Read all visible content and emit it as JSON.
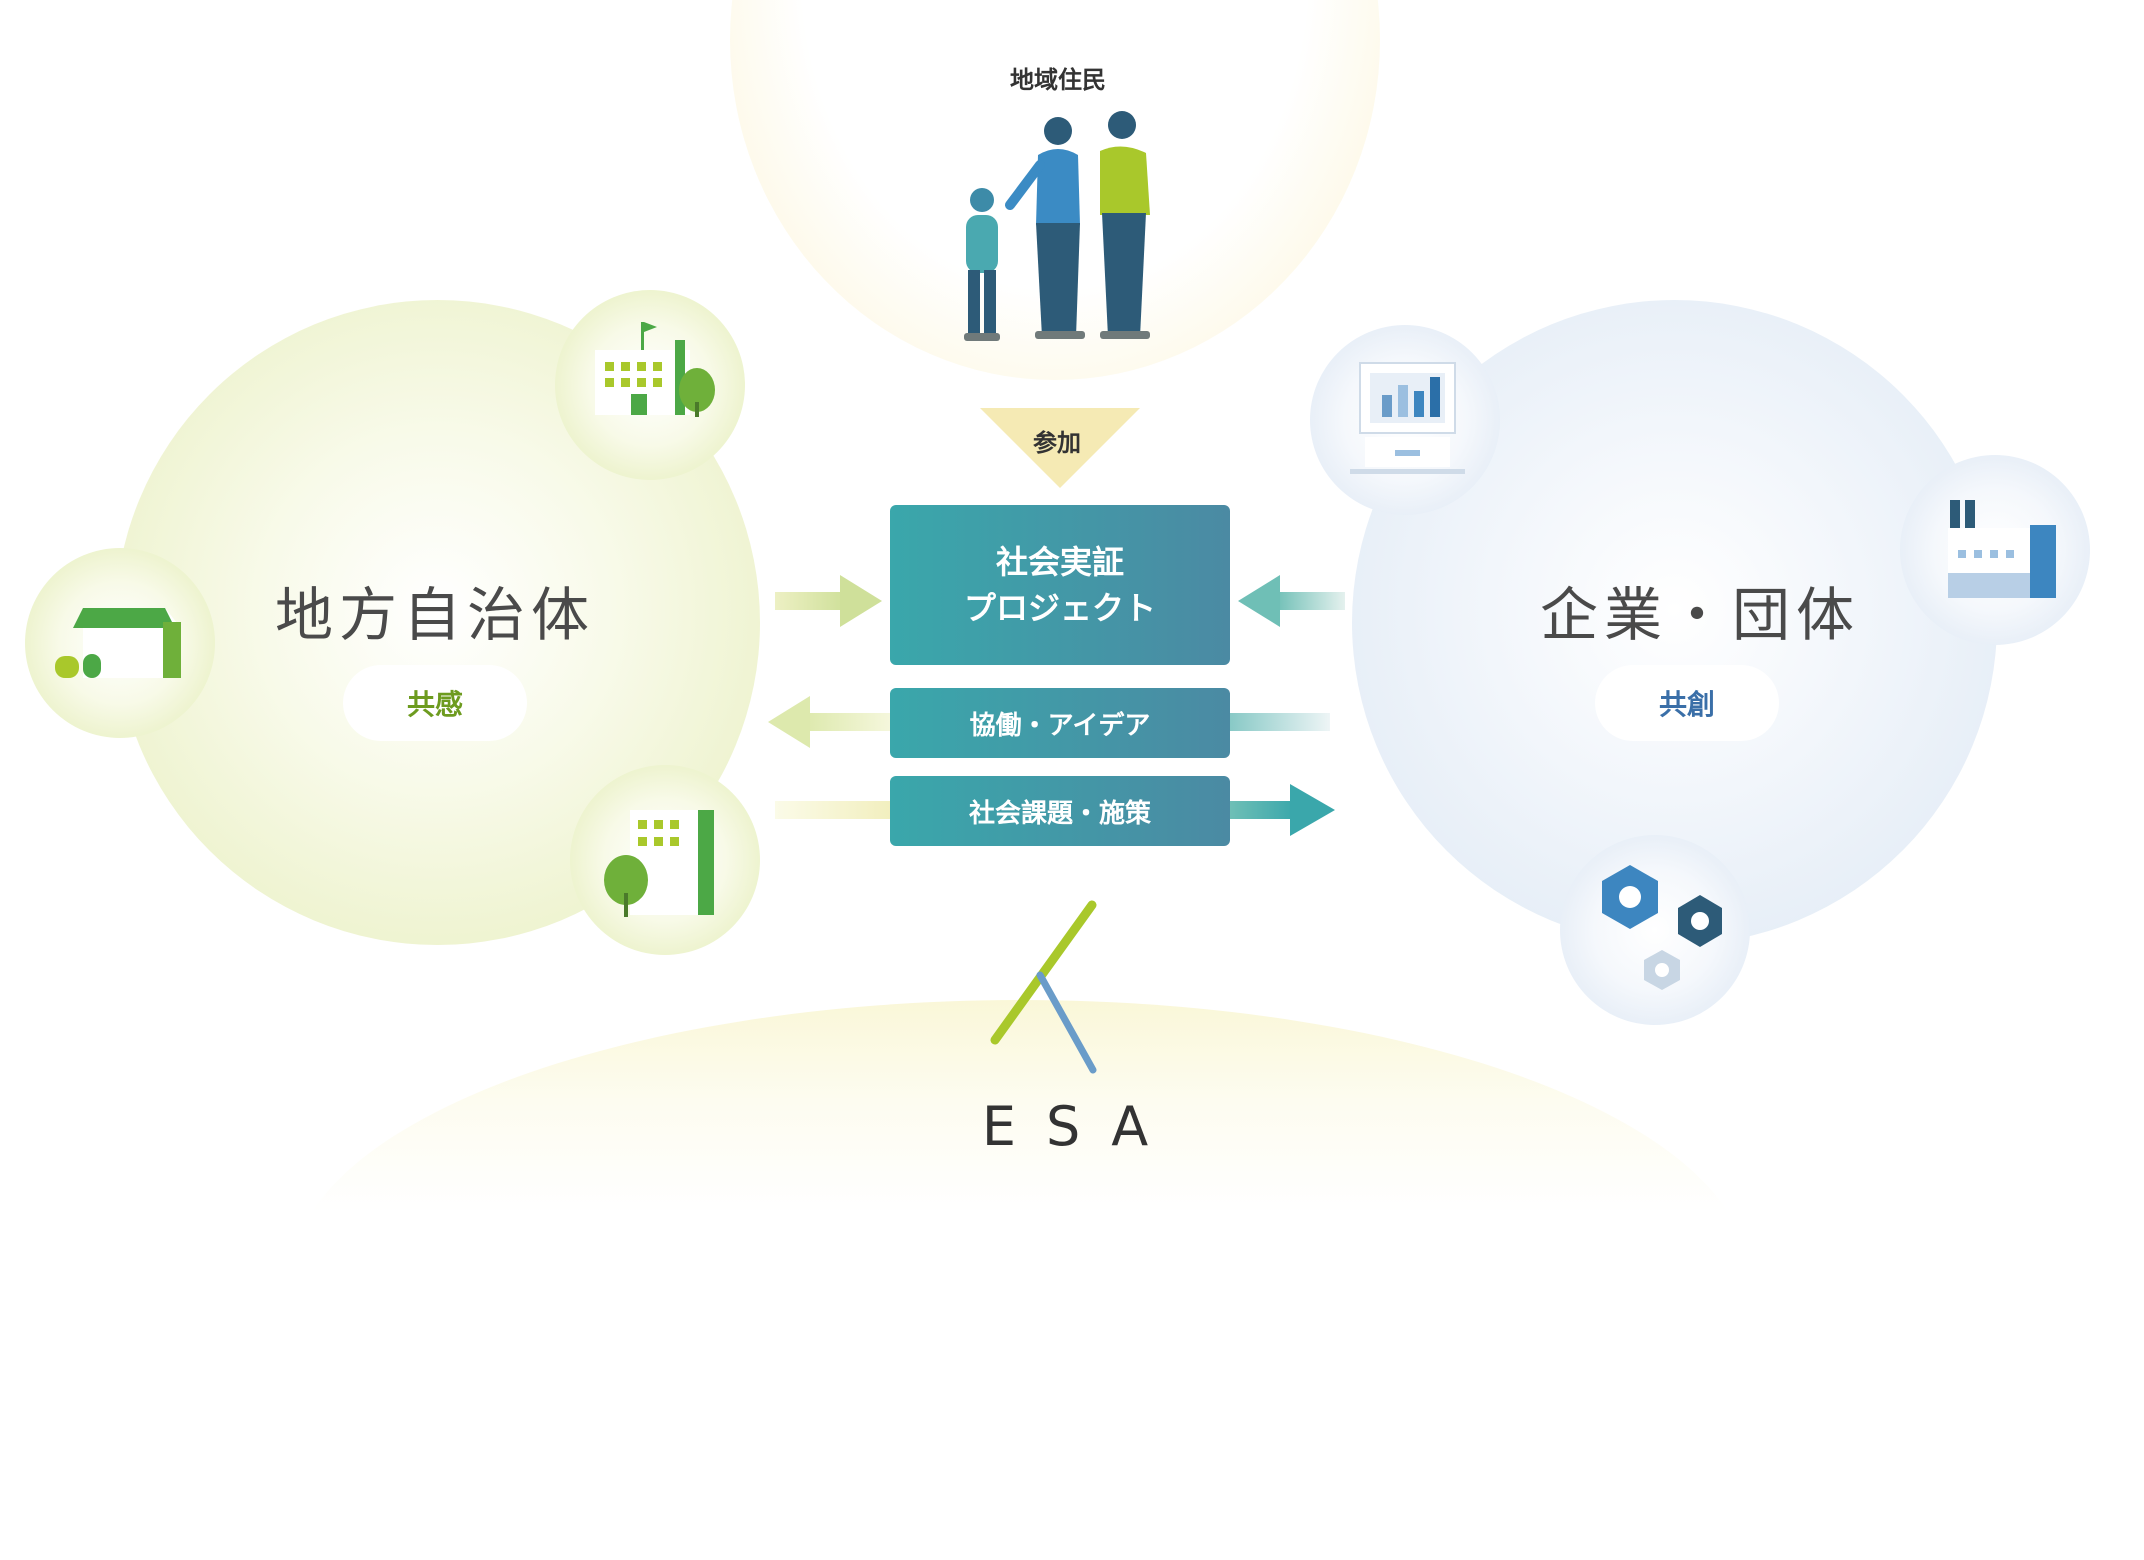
{
  "residents": {
    "label": "地域住民"
  },
  "participation": {
    "label": "参加"
  },
  "left_group": {
    "title": "地方自治体",
    "badge": "共感"
  },
  "right_group": {
    "title": "企業・団体",
    "badge": "共創"
  },
  "center": {
    "project_line1": "社会実証",
    "project_line2": "プロジェクト",
    "collab_label": "協働・アイデア",
    "issue_label": "社会課題・施策"
  },
  "esa": {
    "label": "ESA"
  },
  "colors": {
    "left_accent": "#6d9b1f",
    "right_accent": "#3a6fa8",
    "box_teal": "#3aa7ab",
    "box_blue": "#4b8aa3",
    "green_icon": "#4ca846",
    "lime_icon": "#a9c82b",
    "blue_icon": "#3d86c0"
  },
  "icons": [
    "house-icon",
    "school-icon",
    "office-building-icon",
    "monitor-chart-icon",
    "factory-icon",
    "gears-icon",
    "esa-logo-icon"
  ]
}
